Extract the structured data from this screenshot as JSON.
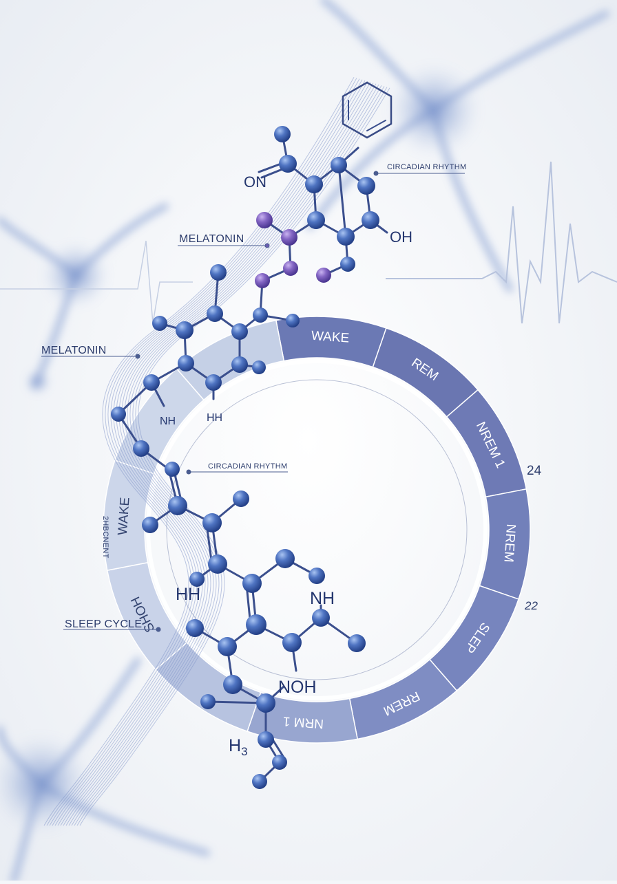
{
  "labels": {
    "circadian_top": "CIRCADIAN RHYTHM",
    "circadian_mid": "CIRCADIAN RHYTHM",
    "melatonin_top": "MELATONIN",
    "melatonin_left": "MELATONIN",
    "side_left": "2HBCNENT",
    "sleep_cycle": "SLEEP CYCLE",
    "num_24": "24",
    "num_22": "22"
  },
  "cycle_segments": [
    {
      "label": "WAKE",
      "shade": "#6b79b4"
    },
    {
      "label": "REM",
      "shade": "#6a76b1"
    },
    {
      "label": "NREM 1",
      "shade": "#6e7ab5"
    },
    {
      "label": "NREM",
      "shade": "#7280ba"
    },
    {
      "label": "SLEP",
      "shade": "#7785be"
    },
    {
      "label": "RREM",
      "shade": "#7f8dc3"
    },
    {
      "label": "NRM 1",
      "shade": "#98a6d0"
    },
    {
      "label": "",
      "shade": "#b7c3e0"
    },
    {
      "label": "SHOH",
      "shade": "#c9d3e9"
    },
    {
      "label": "WAKE",
      "shade": "#ccd6ea"
    },
    {
      "label": "",
      "shade": "#cdd7ea"
    },
    {
      "label": "",
      "shade": "#c5d0e6"
    }
  ],
  "atom_labels": {
    "on": "ON",
    "oh": "OH",
    "nh_upper": "NH",
    "hh_upper": "HH",
    "hh_lower": "HH",
    "nh_lower": "NH",
    "noh": "NOH",
    "h3": "H",
    "h3_sub": "3"
  },
  "colors": {
    "atom_blue": "#3a5fad",
    "atom_purple": "#7a5fb6",
    "bond": "#3b4f8d",
    "ring_dark": "#6b79b4",
    "ring_light": "#ccd6ea",
    "background": "#f4f6f9"
  }
}
